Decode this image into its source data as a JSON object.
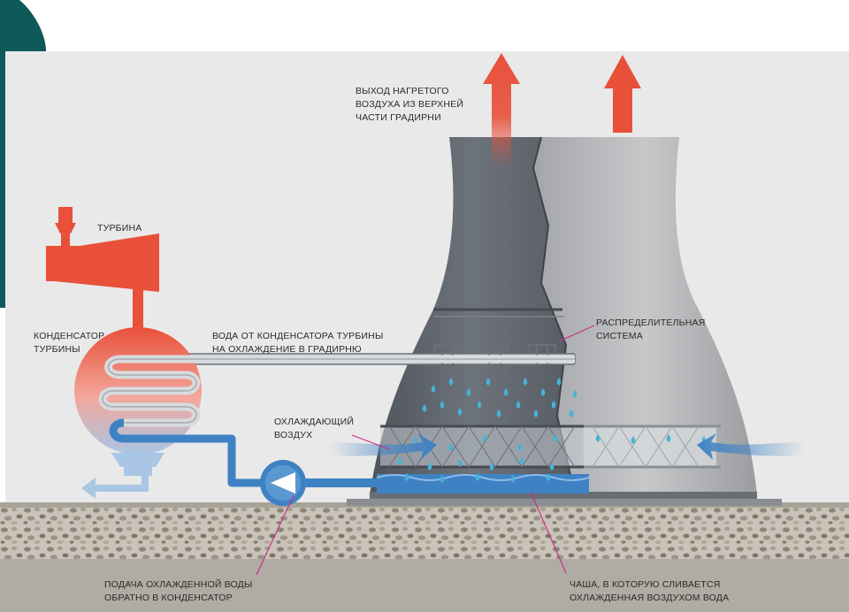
{
  "labels": {
    "turbine": "ТУРБИНА",
    "condenser": [
      "КОНДЕНСАТОР",
      "ТУРБИНЫ"
    ],
    "hot_air_exit": [
      "ВЫХОД НАГРЕТОГО",
      "ВОЗДУХА ИЗ ВЕРХНЕЙ",
      "ЧАСТИ ГРАДИРНИ"
    ],
    "water_from_condenser": [
      "ВОДА ОТ КОНДЕНСАТОРА ТУРБИНЫ",
      "НА ОХЛАЖДЕНИЕ В ГРАДИРНЮ"
    ],
    "distribution_system": [
      "РАСПРЕДЕЛИТЕЛЬНАЯ",
      "СИСТЕМА"
    ],
    "cooling_air": [
      "ОХЛАЖДАЮЩИЙ",
      "ВОЗДУХ"
    ],
    "cooled_water_return": [
      "ПОДАЧА ОХЛАЖДЕННОЙ ВОДЫ",
      "ОБРАТНО В КОНДЕНСАТОР"
    ],
    "basin": [
      "ЧАША, В КОТОРУЮ СЛИВАЕТСЯ",
      "ОХЛАЖДЕННАЯ ВОЗДУХОМ ВОДА"
    ]
  },
  "colors": {
    "hot": "#e8503a",
    "cold": "#3e82c4",
    "tower_dark": "#5d636b",
    "tower_light": "#b7b9bc",
    "ground": "#b0aba3",
    "slide_accent": "#0e5a5a"
  }
}
